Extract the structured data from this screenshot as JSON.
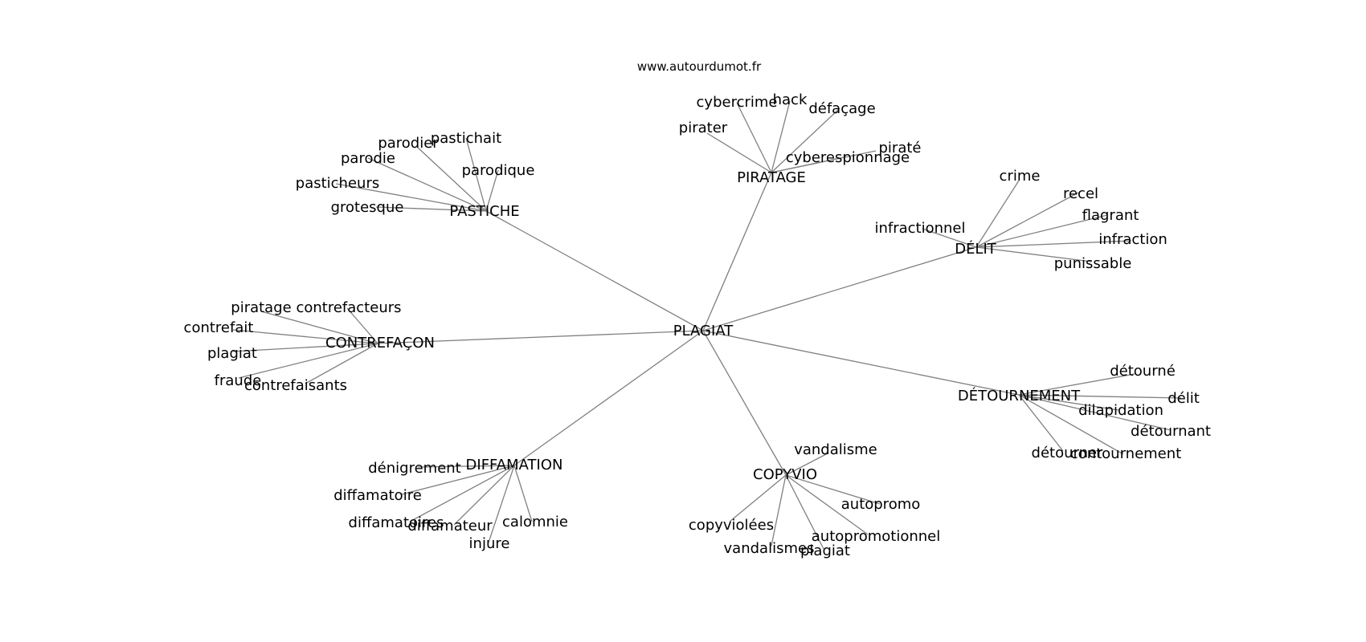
{
  "source": "www.autourdumot.fr",
  "edge_color": "#808080",
  "text_color": "#000000",
  "center": "PLAGIAT",
  "clusters": [
    {
      "hub": "PASTICHE",
      "words": [
        "parodier",
        "pastichait",
        "parodie",
        "parodique",
        "pasticheurs",
        "grotesque"
      ]
    },
    {
      "hub": "PIRATAGE",
      "words": [
        "cybercrime",
        "hack",
        "défaçage",
        "pirater",
        "piraté",
        "cyberespionnage"
      ]
    },
    {
      "hub": "DÉLIT",
      "words": [
        "crime",
        "recel",
        "flagrant",
        "infractionnel",
        "infraction",
        "punissable"
      ]
    },
    {
      "hub": "CONTREFAÇON",
      "words": [
        "piratage",
        "contrefacteurs",
        "contrefait",
        "plagiat",
        "fraude",
        "contrefaisants"
      ]
    },
    {
      "hub": "DÉTOURNEMENT",
      "words": [
        "détourné",
        "délit",
        "dilapidation",
        "détournant",
        "détourner",
        "contournement"
      ]
    },
    {
      "hub": "DIFFAMATION",
      "words": [
        "dénigrement",
        "diffamatoire",
        "diffamatoires",
        "diffamateur",
        "calomnie",
        "injure"
      ]
    },
    {
      "hub": "COPYVIO",
      "words": [
        "vandalisme",
        "autopromo",
        "copyviolées",
        "autopromotionnel",
        "vandalismes",
        "plagiat"
      ]
    }
  ]
}
